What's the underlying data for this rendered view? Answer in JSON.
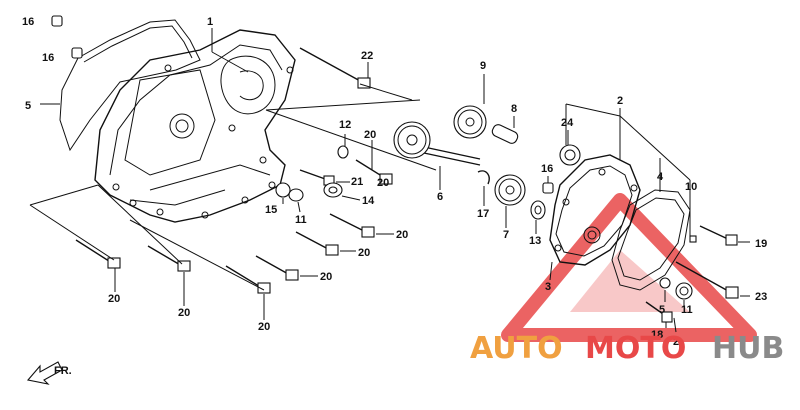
{
  "callouts": [
    {
      "id": "c1",
      "text": "16"
    },
    {
      "id": "c2",
      "text": "1"
    },
    {
      "id": "c3",
      "text": "16"
    },
    {
      "id": "c4",
      "text": "5"
    },
    {
      "id": "c5",
      "text": "22"
    },
    {
      "id": "c6",
      "text": "12"
    },
    {
      "id": "c7",
      "text": "20"
    },
    {
      "id": "c8",
      "text": "21"
    },
    {
      "id": "c9",
      "text": "20"
    },
    {
      "id": "c10",
      "text": "15"
    },
    {
      "id": "c11",
      "text": "11"
    },
    {
      "id": "c12",
      "text": "14"
    },
    {
      "id": "c13",
      "text": "20"
    },
    {
      "id": "c14",
      "text": "20"
    },
    {
      "id": "c15",
      "text": "20"
    },
    {
      "id": "c16",
      "text": "20"
    },
    {
      "id": "c17",
      "text": "20"
    },
    {
      "id": "c18",
      "text": "20"
    },
    {
      "id": "c19",
      "text": "9"
    },
    {
      "id": "c20",
      "text": "8"
    },
    {
      "id": "c21",
      "text": "6"
    },
    {
      "id": "c22",
      "text": "17"
    },
    {
      "id": "c23",
      "text": "7"
    },
    {
      "id": "c24",
      "text": "13"
    },
    {
      "id": "c25",
      "text": "24"
    },
    {
      "id": "c26",
      "text": "16"
    },
    {
      "id": "c27",
      "text": "2"
    },
    {
      "id": "c28",
      "text": "4"
    },
    {
      "id": "c29",
      "text": "10"
    },
    {
      "id": "c30",
      "text": "3"
    },
    {
      "id": "c31",
      "text": "19"
    },
    {
      "id": "c32",
      "text": "5"
    },
    {
      "id": "c33",
      "text": "23"
    },
    {
      "id": "c34",
      "text": "11"
    },
    {
      "id": "c35",
      "text": "18"
    },
    {
      "id": "c36",
      "text": "2"
    }
  ],
  "direction_label": "FR.",
  "watermark": {
    "word1": "AUTO",
    "word2": "MOTO",
    "word3": "HUB",
    "color_orange": "#f0a040",
    "color_red": "#e84848",
    "color_gray": "#8a8a8a"
  }
}
